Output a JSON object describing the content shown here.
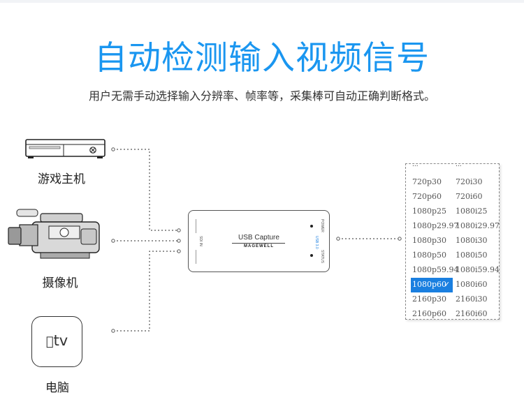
{
  "title": "自动检测输入视频信号",
  "subtitle": "用户无需手动选择输入分辨率、帧率等，采集棒可自动正确判断格式。",
  "devices": {
    "console": "游戏主机",
    "camera": "摄像机",
    "computer": "电脑"
  },
  "appletv_logo": "tv",
  "capture": {
    "label": "USB Capture",
    "brand": "MAGEWELL",
    "power": "POWER",
    "status": "STATUS",
    "port_left": "SDI IN",
    "port_right": "USB 3.0"
  },
  "resolutions": {
    "more": "...",
    "rows": [
      [
        "720p30",
        "720i30"
      ],
      [
        "720p60",
        "720i60"
      ],
      [
        "1080p25",
        "1080i25"
      ],
      [
        "1080p29.97",
        "1080i29.97"
      ],
      [
        "1080p30",
        "1080i30"
      ],
      [
        "1080p50",
        "1080i50"
      ],
      [
        "1080p59.94",
        "1080i59.94"
      ],
      [
        "1080p60",
        "1080i60"
      ],
      [
        "2160p30",
        "2160i30"
      ],
      [
        "2160p60",
        "2160i60"
      ]
    ],
    "selected": "1080p60",
    "check": "✓"
  },
  "colors": {
    "accent": "#1a96f0",
    "select": "#1a7fe0"
  }
}
